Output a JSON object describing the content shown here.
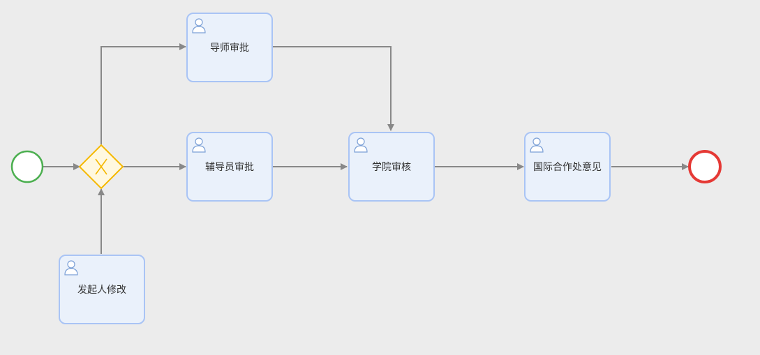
{
  "diagram": {
    "tasks": {
      "t_mentor": {
        "label": "导师审批"
      },
      "t_counselor": {
        "label": "辅导员审批"
      },
      "t_college": {
        "label": "学院审核"
      },
      "t_intl": {
        "label": "国际合作处意见"
      },
      "t_modify": {
        "label": "发起人修改"
      }
    },
    "colors": {
      "start_event": "#4caf50",
      "end_event": "#e53935",
      "gateway": "#f5b800",
      "task_border": "#a9c4f5",
      "task_fill": "#eaf1fb",
      "edge": "#888888",
      "background": "#ececec"
    },
    "icons": {
      "task_icon": "user-icon",
      "gateway_icon": "exclusive-x-icon"
    }
  }
}
